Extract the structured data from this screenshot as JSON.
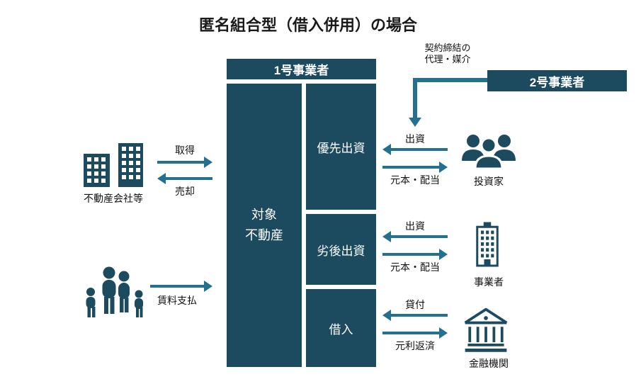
{
  "title": "匿名組合型（借入併用）の場合",
  "colors": {
    "box": "#1c4a5f",
    "arrow": "#24708f",
    "icon": "#1c4a5f"
  },
  "boxes": {
    "operator1": "1号事業者",
    "operator2": "2号事業者",
    "target_property": "対象\n不動産",
    "priority": "優先出資",
    "subordinated": "劣後出資",
    "borrowing": "借入"
  },
  "annotations": {
    "agency": "契約締結の\n代理・媒介"
  },
  "left": {
    "company_label": "不動産会社等",
    "acquire": "取得",
    "sell": "売却",
    "rent": "賃料支払"
  },
  "right": {
    "investors": {
      "label": "投資家",
      "inflow": "出資",
      "outflow": "元本・配当"
    },
    "operator": {
      "label": "事業者",
      "inflow": "出資",
      "outflow": "元本・配当"
    },
    "bank": {
      "label": "金融機関",
      "inflow": "貸付",
      "outflow": "元利返済"
    }
  },
  "icons": {
    "company": "buildings-icon",
    "tenant": "family-icon",
    "investors": "people-group-icon",
    "operator": "office-building-icon",
    "bank": "bank-columns-icon"
  }
}
